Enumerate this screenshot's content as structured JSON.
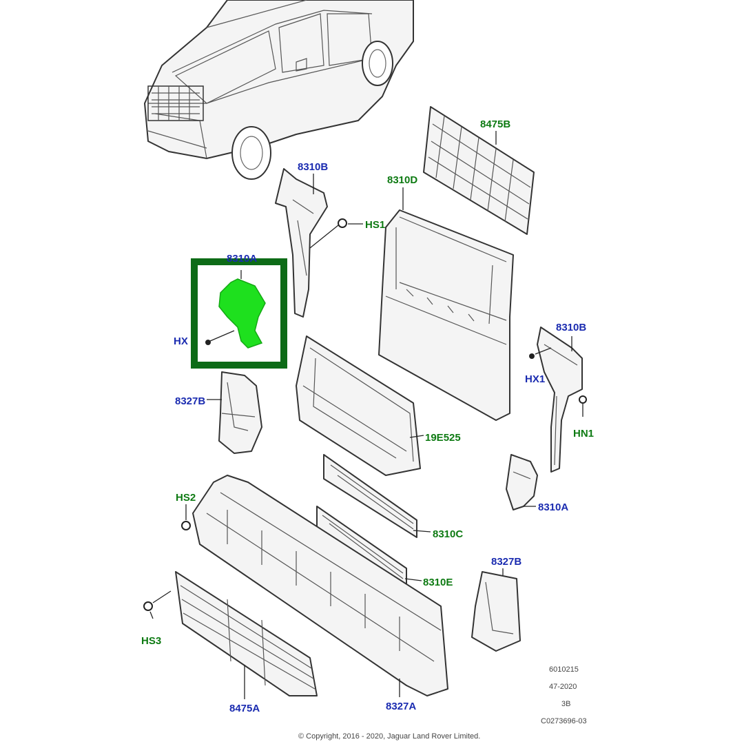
{
  "colors": {
    "blue_label": "#1a2bb0",
    "green_label": "#0d7a12",
    "highlight_frame": "#0d6b17",
    "highlight_fill": "#1ee01e"
  },
  "labels": {
    "p8475B_top": "8475B",
    "p8310B_upper": "8310B",
    "p8310D": "8310D",
    "pHS1": "HS1",
    "p8310A_partial": "8310A",
    "pHX_partial": "HX",
    "p8310B_right": "8310B",
    "pHX1": "HX1",
    "pHN1": "HN1",
    "p8327B_left": "8327B",
    "p19E525": "19E525",
    "p8310A_right": "8310A",
    "pHS2": "HS2",
    "p8310C": "8310C",
    "p8327B_right": "8327B",
    "p8310E": "8310E",
    "pHS3": "HS3",
    "p8475A": "8475A",
    "p8327A": "8327A"
  },
  "meta": {
    "code1": "6010215",
    "code2": "47-2020",
    "code3": "3B",
    "code4": "C0273696-03",
    "copyright": "© Copyright, 2016 - 2020, Jaguar Land Rover Limited."
  }
}
